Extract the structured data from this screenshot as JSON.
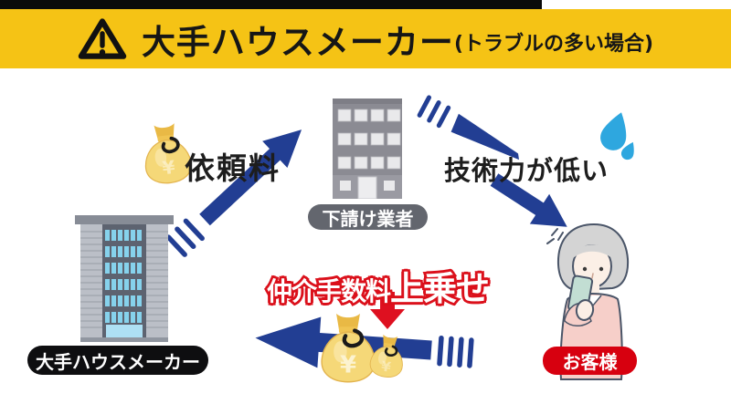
{
  "header": {
    "title_main": "大手ハウスメーカー",
    "title_sub": "(トラブルの多い場合)"
  },
  "labels": {
    "request_fee": "依頼料",
    "low_skill": "技術力が低い",
    "markup_fee": "仲介手数料",
    "markup_added": "上乗せ"
  },
  "badges": {
    "subcontractor": "下請け業者",
    "major_maker": "大手ハウスメーカー",
    "customer": "お客様"
  },
  "money": {
    "currency_symbol": "¥"
  },
  "colors": {
    "header_band": "#F5C315",
    "top_bar": "#0A0A0A",
    "arrow_blue": "#223E93",
    "arrow_red": "#DE1020",
    "markup_text_outline": "#DB101B",
    "subcontractor_badge_bg": "#63666E",
    "major_maker_badge_bg": "#0E0E10",
    "customer_badge_bg": "#D7000F",
    "money_gold": "#F5D878",
    "sweat_drop_blue": "#2EA7DF"
  }
}
